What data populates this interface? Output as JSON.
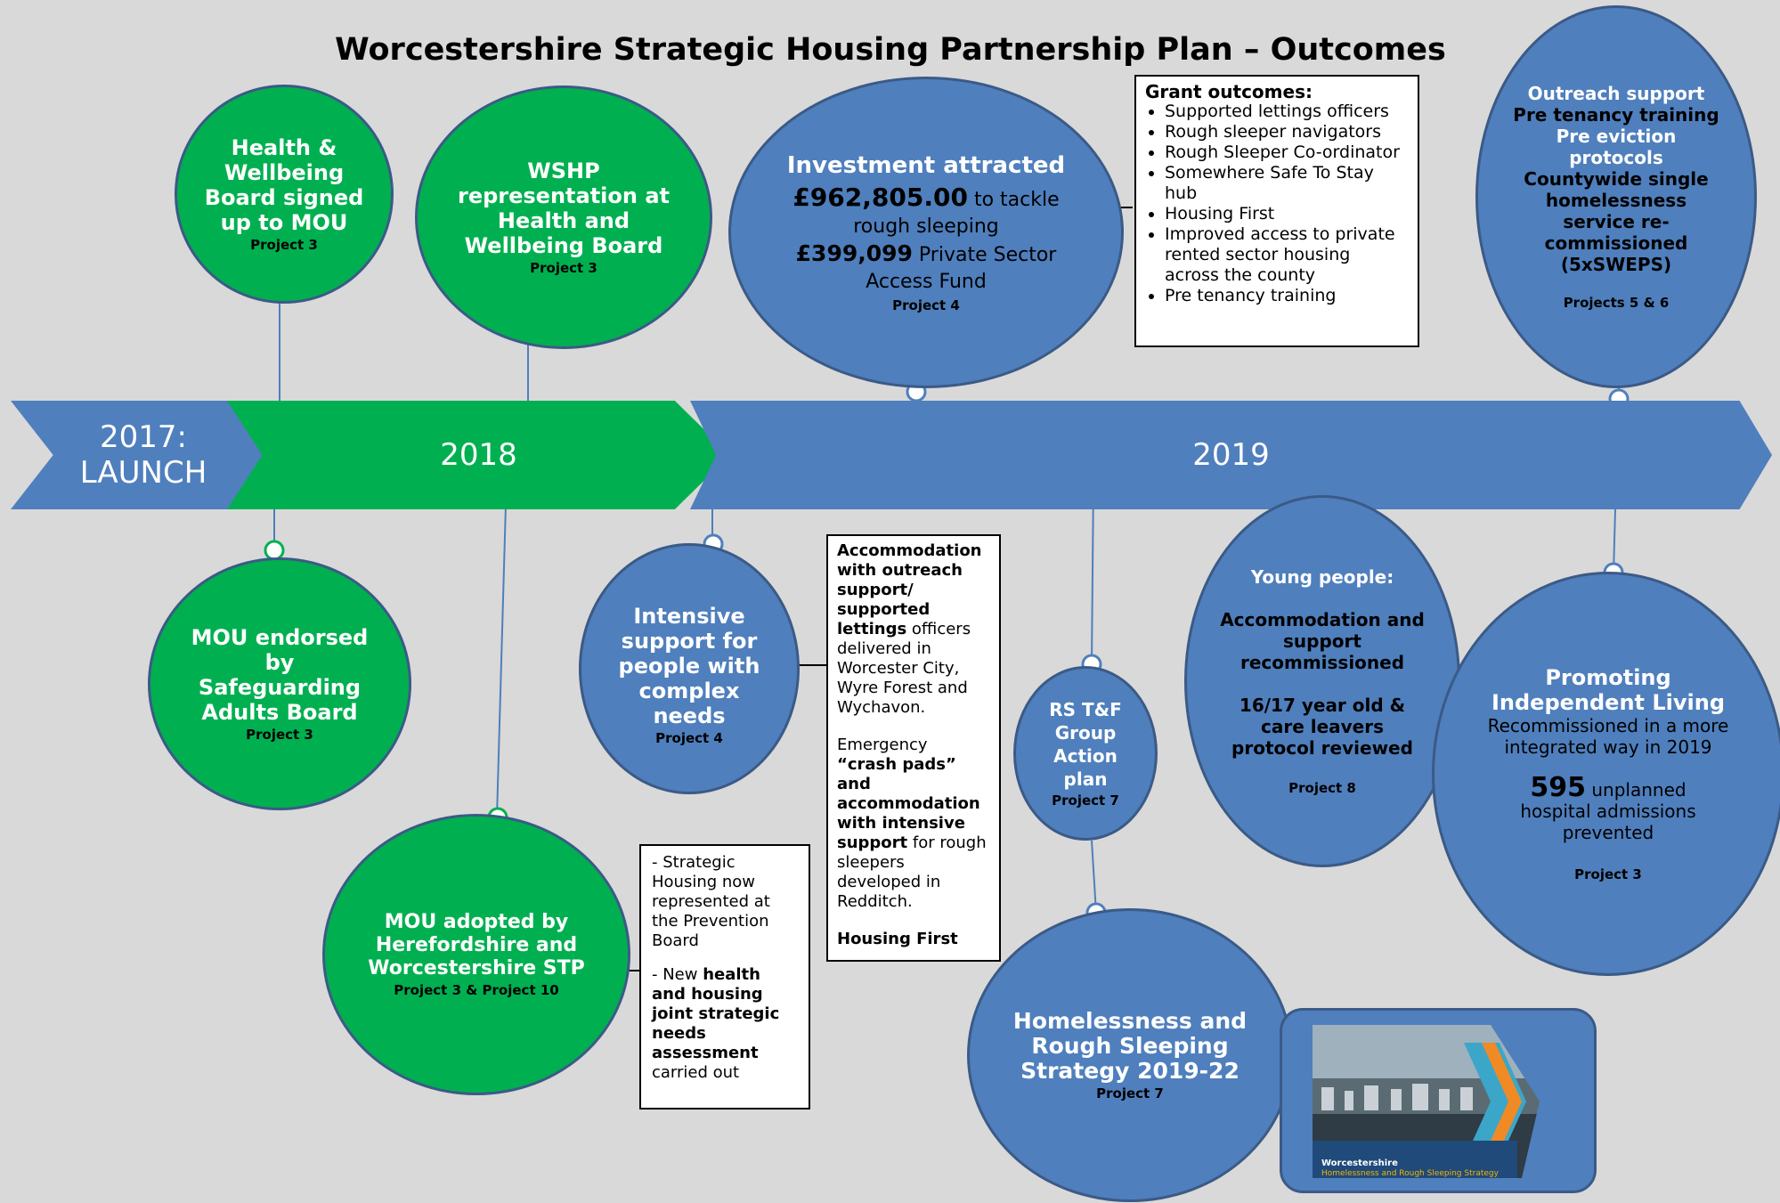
{
  "title": "Worcestershire Strategic Housing Partnership Plan – Outcomes",
  "colors": {
    "green": "#00b050",
    "blue": "#4f7fbd",
    "background": "#d9d9d9"
  },
  "timeline": {
    "launch_line1": "2017:",
    "launch_line2": "LAUNCH",
    "year_2018": "2018",
    "year_2019": "2019"
  },
  "bubbles": {
    "hwb_mou": {
      "text": "Health & Wellbeing Board signed up to MOU",
      "project": "Project 3"
    },
    "wshp_rep": {
      "text": "WSHP representation at Health and Wellbeing Board",
      "project": "Project 3"
    },
    "investment": {
      "heading": "Investment attracted",
      "amount1": "£962,805.00",
      "amount1_text": "to tackle rough sleeping",
      "amount2": "£399,099",
      "amount2_text": "Private Sector Access Fund",
      "project": "Project 4"
    },
    "outreach": {
      "line1": "Outreach support",
      "line2": "Pre tenancy training",
      "line3": "Pre eviction protocols",
      "line4": "Countywide single homelessness service re-commissioned (5xSWEPS)",
      "project": "Projects 5 & 6"
    },
    "mou_safeguarding": {
      "text": "MOU endorsed by Safeguarding Adults Board",
      "project": "Project 3"
    },
    "mou_stp": {
      "text": "MOU adopted by Herefordshire and Worcestershire STP",
      "project": "Project 3 & Project 10"
    },
    "intensive": {
      "text": "Intensive support for people with complex needs",
      "project": "Project 4"
    },
    "rstf": {
      "text": "RS T&F Group Action plan",
      "project": "Project 7"
    },
    "strategy": {
      "text": "Homelessness and Rough Sleeping Strategy 2019-22",
      "project": "Project 7"
    },
    "young": {
      "heading": "Young people:",
      "line1": "Accommodation and support recommissioned",
      "line2": "16/17 year old & care leavers protocol reviewed",
      "project": "Project 8"
    },
    "independent": {
      "heading": "Promoting Independent Living",
      "text": "Recommissioned in a more integrated way in 2019",
      "number": "595",
      "number_text": "unplanned",
      "number_text2": "hospital admissions prevented",
      "project": "Project 3"
    }
  },
  "grant_box": {
    "heading": "Grant outcomes:",
    "items": [
      "Supported lettings officers",
      "Rough sleeper navigators",
      "Rough Sleeper Co-ordinator",
      "Somewhere Safe To Stay hub",
      "Housing First",
      "Improved access to private rented sector housing across the county",
      "Pre tenancy training"
    ]
  },
  "accommodation_box": {
    "bold1": "Accommodation with outreach support/ supported lettings",
    "text1": "officers delivered in Worcester City, Wyre Forest and Wychavon.",
    "text2": "Emergency",
    "bold2": "“crash pads” and accommodation with intensive support",
    "text3": "for rough sleepers developed in Redditch.",
    "bold3": "Housing First"
  },
  "strategic_box": {
    "item1": "- Strategic Housing now represented at the Prevention Board",
    "item2_pre": "- New",
    "item2_bold": "health and housing joint strategic needs assessment",
    "item2_post": "carried out"
  },
  "thumbnail": {
    "label1": "Worcestershire",
    "label2": "Homelessness and Rough Sleeping Strategy"
  }
}
